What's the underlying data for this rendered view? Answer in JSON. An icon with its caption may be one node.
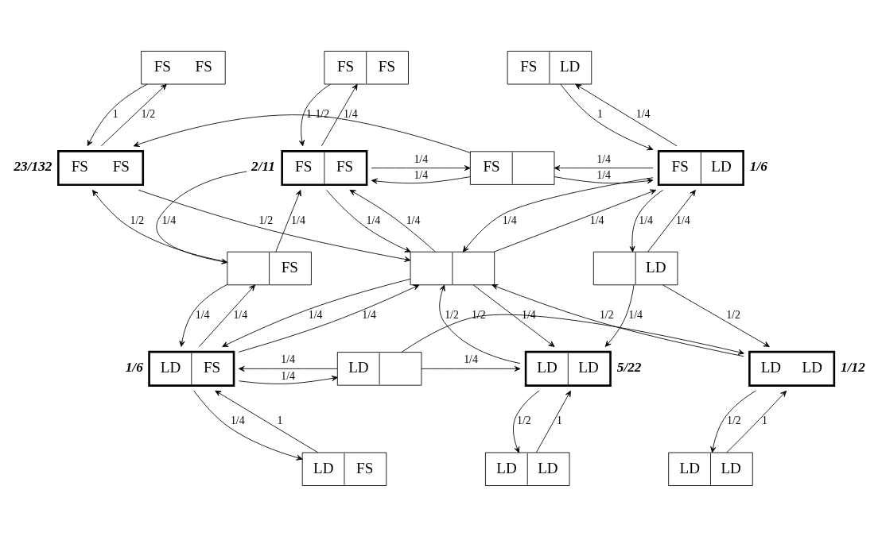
{
  "diagram": {
    "nodes": [
      {
        "text": [
          "FS",
          "FS"
        ]
      },
      {
        "text": [
          "FS",
          "FS"
        ]
      },
      {
        "text": [
          "FS",
          "LD"
        ]
      },
      {
        "text": [
          "FS",
          "FS"
        ],
        "beside": [
          "23/132"
        ]
      },
      {
        "text": [
          "FS",
          "FS"
        ],
        "beside": [
          "2/11"
        ]
      },
      {
        "text": [
          "FS"
        ]
      },
      {
        "text": [
          "FS",
          "LD"
        ],
        "beside": [
          "1/6"
        ]
      },
      {
        "text": [
          "FS"
        ]
      },
      {
        "text": [],
        "shape": "box"
      },
      {
        "text": [
          "LD"
        ]
      },
      {
        "text": [
          "LD",
          "FS"
        ],
        "beside": [
          "1/6"
        ]
      },
      {
        "text": [
          "LD"
        ]
      },
      {
        "text": [
          "LD",
          "LD"
        ],
        "beside": [
          "5/22"
        ]
      },
      {
        "text": [
          "LD",
          "LD"
        ],
        "beside": [
          "1/12"
        ]
      },
      {
        "text": [
          "LD",
          "FS"
        ]
      },
      {
        "text": [
          "LD",
          "LD"
        ]
      },
      {
        "text": [
          "LD",
          "LD"
        ]
      }
    ],
    "edges": [
      {
        "from": 0,
        "to": 3,
        "arrow": "to",
        "label": "1"
      },
      {
        "from": 3,
        "to": 0,
        "arrow": "to",
        "label": "1/2"
      },
      {
        "from": 1,
        "to": 4,
        "arrow": "to",
        "label": "1"
      },
      {
        "from": 4,
        "to": 1,
        "arrow": "to",
        "label": "1/4"
      },
      {
        "from": 6,
        "to": 2,
        "arrow": "to",
        "label": "1/4"
      },
      {
        "from": 2,
        "to": 6,
        "arrow": "to",
        "label": "1"
      },
      {
        "from": 5,
        "to": 3,
        "arrow": "to",
        "label": "1/2"
      },
      {
        "from": 4,
        "to": 5,
        "arrow": "to",
        "label": "1/4"
      },
      {
        "from": 5,
        "to": 4,
        "arrow": "to",
        "label": "1/4"
      },
      {
        "from": 6,
        "to": 5,
        "arrow": "to",
        "label": "1/4"
      },
      {
        "from": 5,
        "to": 6,
        "arrow": "to",
        "label": "1/4"
      },
      {
        "from": 3,
        "to": 8,
        "arrow": "to",
        "label": "1/2"
      },
      {
        "from": 7,
        "to": 3,
        "arrow": "to",
        "label": "1/2"
      },
      {
        "from": 4,
        "to": 7,
        "arrow": "to",
        "label": "1/4"
      },
      {
        "from": 7,
        "to": 4,
        "arrow": "to",
        "label": "1/4"
      },
      {
        "from": 4,
        "to": 8,
        "arrow": "to",
        "label": "1/4"
      },
      {
        "from": 8,
        "to": 4,
        "arrow": "to",
        "label": "1/4"
      },
      {
        "from": 6,
        "to": 8,
        "arrow": "to",
        "label": "1/4"
      },
      {
        "from": 8,
        "to": 6,
        "arrow": "to",
        "label": "1/4"
      },
      {
        "from": 6,
        "to": 9,
        "arrow": "to",
        "label": "1/4"
      },
      {
        "from": 9,
        "to": 6,
        "arrow": "to",
        "label": "1/4"
      },
      {
        "from": 9,
        "to": 13,
        "arrow": "to",
        "label": "1/2"
      },
      {
        "from": 13,
        "to": 8,
        "arrow": "to",
        "label": "1/2"
      },
      {
        "from": 10,
        "to": 7,
        "arrow": "to",
        "label": "1/4"
      },
      {
        "from": 7,
        "to": 10,
        "arrow": "to",
        "label": "1/4"
      },
      {
        "from": 8,
        "to": 10,
        "arrow": "to",
        "label": "1/4"
      },
      {
        "from": 10,
        "to": 8,
        "arrow": "to",
        "label": "1/4"
      },
      {
        "from": 8,
        "to": 12,
        "arrow": "to",
        "label": "1/4"
      },
      {
        "from": 12,
        "to": 8,
        "arrow": "to",
        "label": "1/2"
      },
      {
        "from": 9,
        "to": 12,
        "arrow": "to",
        "label": "1/4"
      },
      {
        "from": 11,
        "to": 10,
        "arrow": "to",
        "label": "1/4"
      },
      {
        "from": 10,
        "to": 11,
        "arrow": "to",
        "label": "1/4"
      },
      {
        "from": 11,
        "to": 12,
        "arrow": "to",
        "label": "1/4"
      },
      {
        "from": 11,
        "to": 13,
        "arrow": "to",
        "label": "1/2"
      },
      {
        "from": 14,
        "to": 10,
        "arrow": "to",
        "label": "1"
      },
      {
        "from": 10,
        "to": 14,
        "arrow": "to",
        "label": "1/4"
      },
      {
        "from": 12,
        "to": 15,
        "arrow": "to",
        "label": "1/2"
      },
      {
        "from": 15,
        "to": 12,
        "arrow": "to",
        "label": "1"
      },
      {
        "from": 13,
        "to": 16,
        "arrow": "to",
        "label": "1/2"
      },
      {
        "from": 16,
        "to": 13,
        "arrow": "to",
        "label": "1"
      }
    ]
  }
}
